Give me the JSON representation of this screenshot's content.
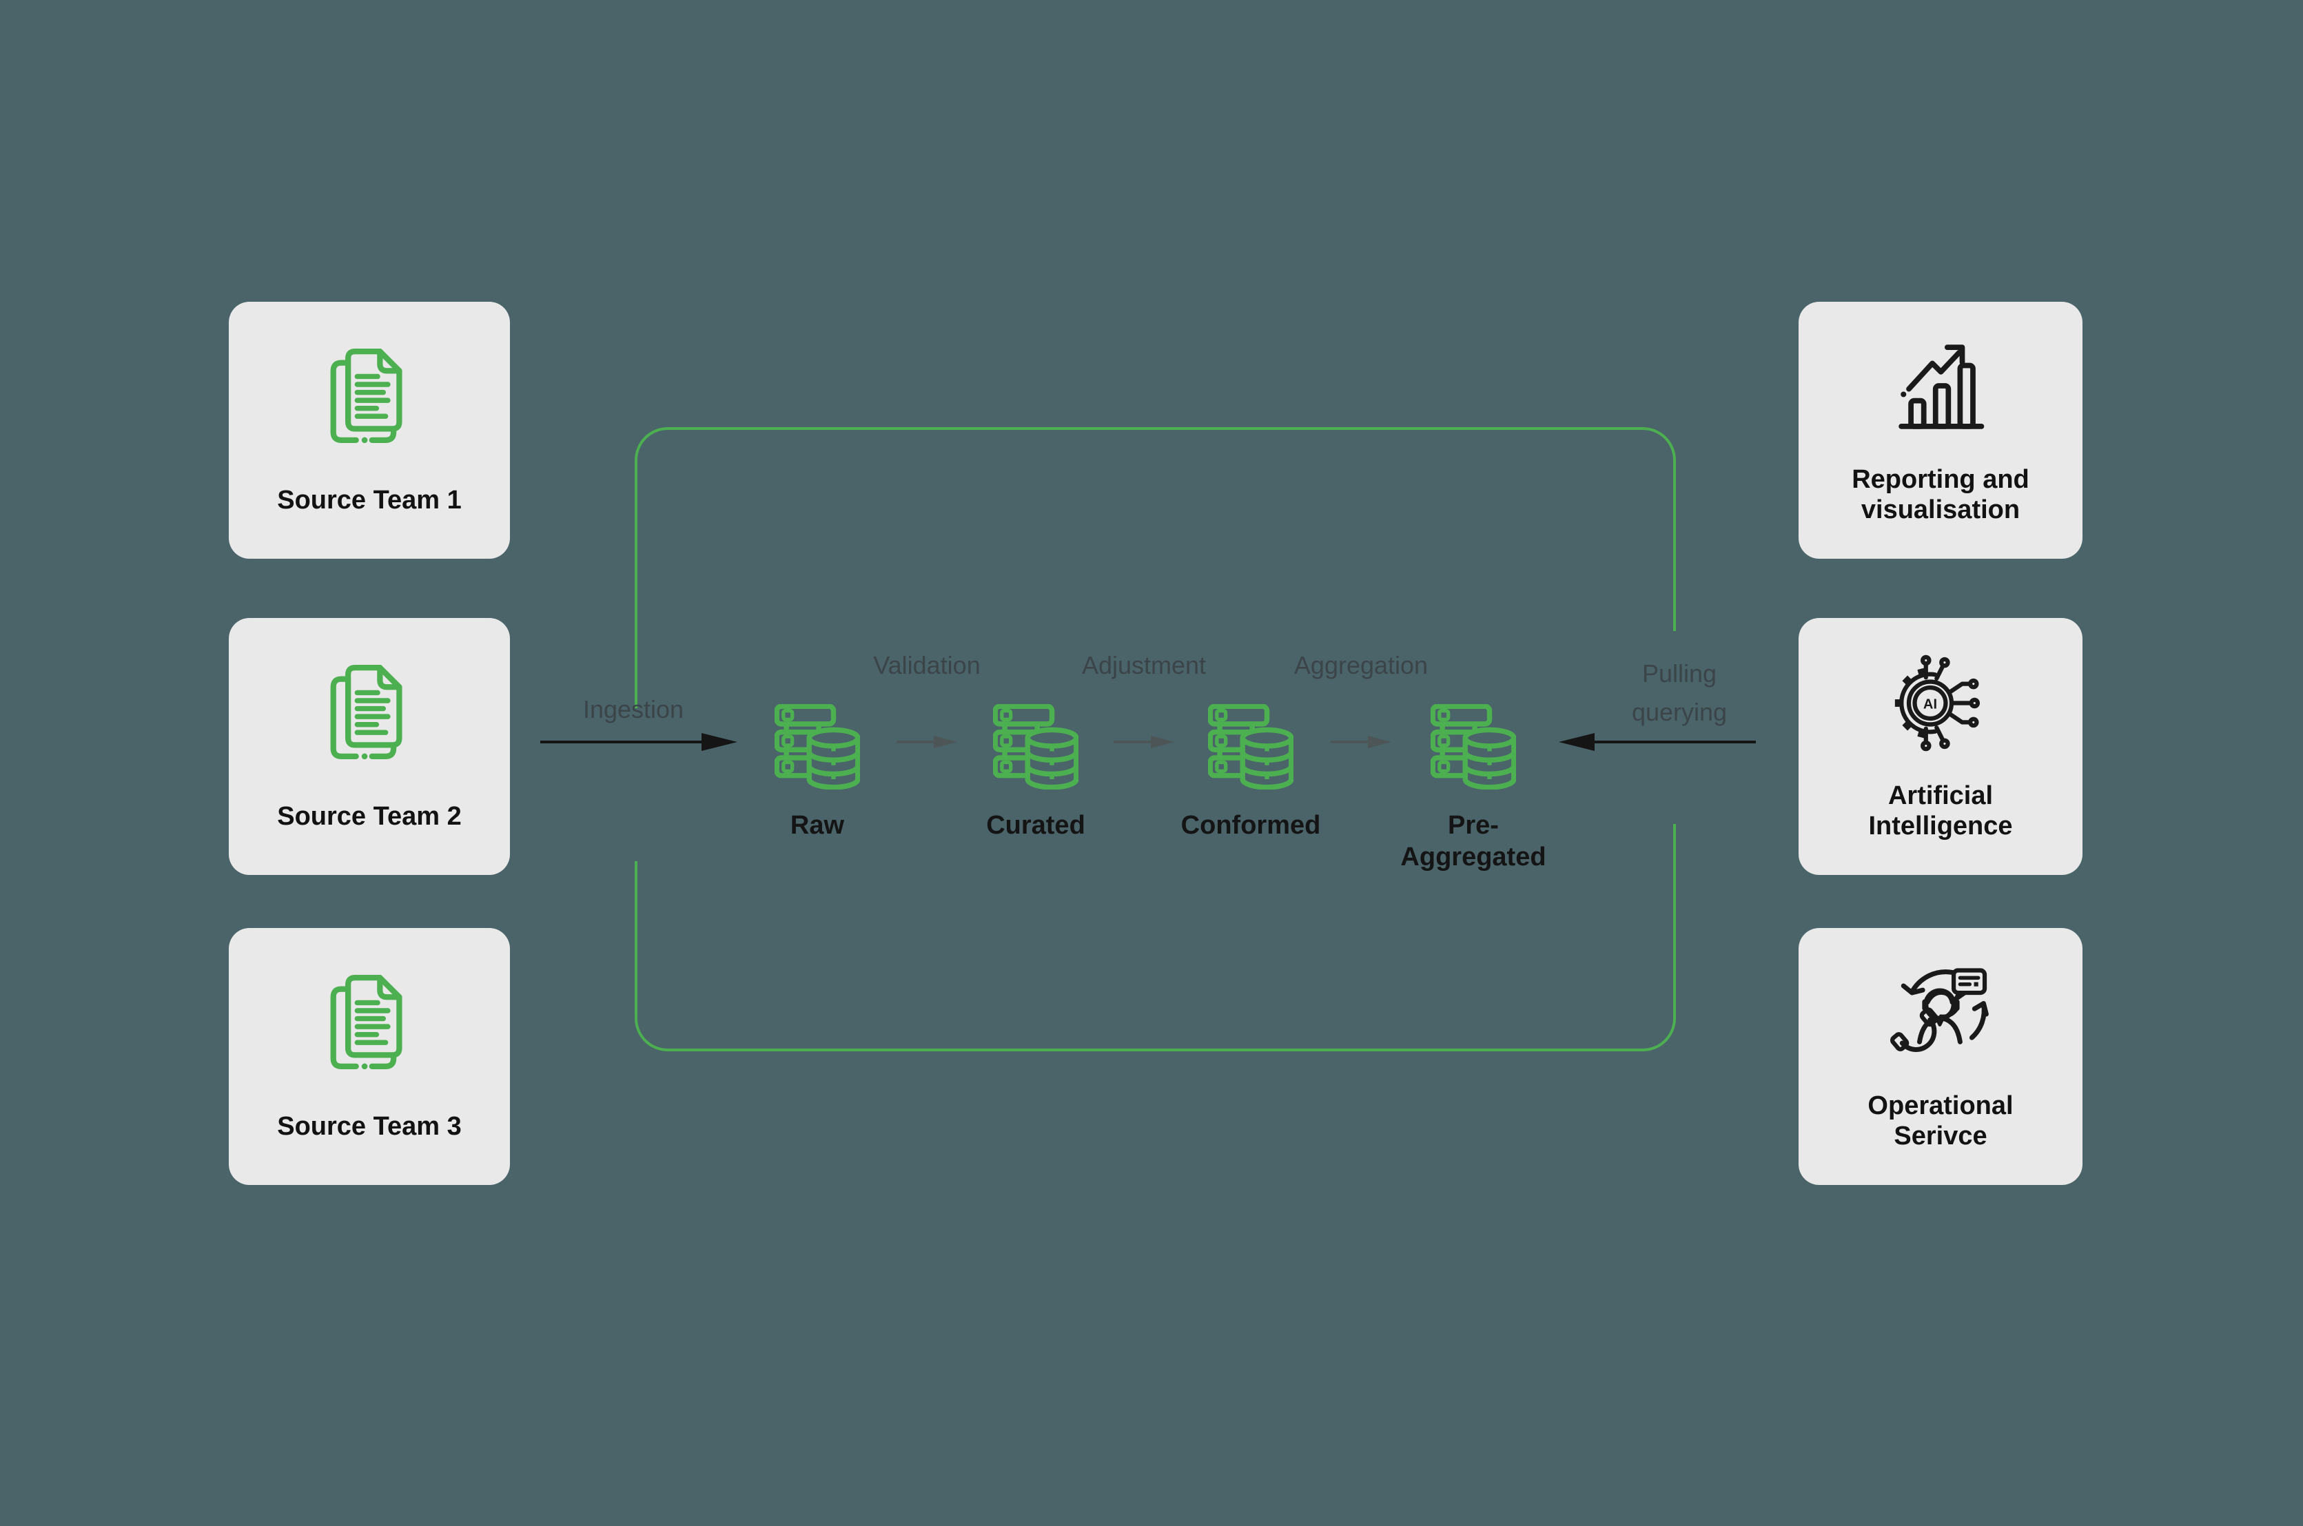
{
  "colors": {
    "background": "#4a646a",
    "accent_green": "#4caf50",
    "card_background": "#e9e9e9",
    "ink": "#1a1a1a",
    "muted_label": "#3b4549",
    "big_arrow": "#151515",
    "small_arrow": "#4e5557"
  },
  "sources": {
    "cards": [
      {
        "label": "Source Team 1"
      },
      {
        "label": "Source Team 2"
      },
      {
        "label": "Source Team 3"
      }
    ]
  },
  "consumers": {
    "cards": [
      {
        "line1": "Reporting and",
        "line2": "visualisation"
      },
      {
        "line1": "Artificial",
        "line2": "Intelligence",
        "icon_text": "AI"
      },
      {
        "line1": "Operational",
        "line2": "Serivce"
      }
    ]
  },
  "pipeline": {
    "ingest_label": "Ingestion",
    "stages": [
      {
        "label": "Raw"
      },
      {
        "label": "Curated"
      },
      {
        "label": "Conformed"
      },
      {
        "label": "Pre-",
        "label2": "Aggregated"
      }
    ],
    "transitions": [
      {
        "label": "Validation"
      },
      {
        "label": "Adjustment"
      },
      {
        "label": "Aggregation"
      }
    ],
    "output_label_line1": "Pulling",
    "output_label_line2": "querying"
  }
}
